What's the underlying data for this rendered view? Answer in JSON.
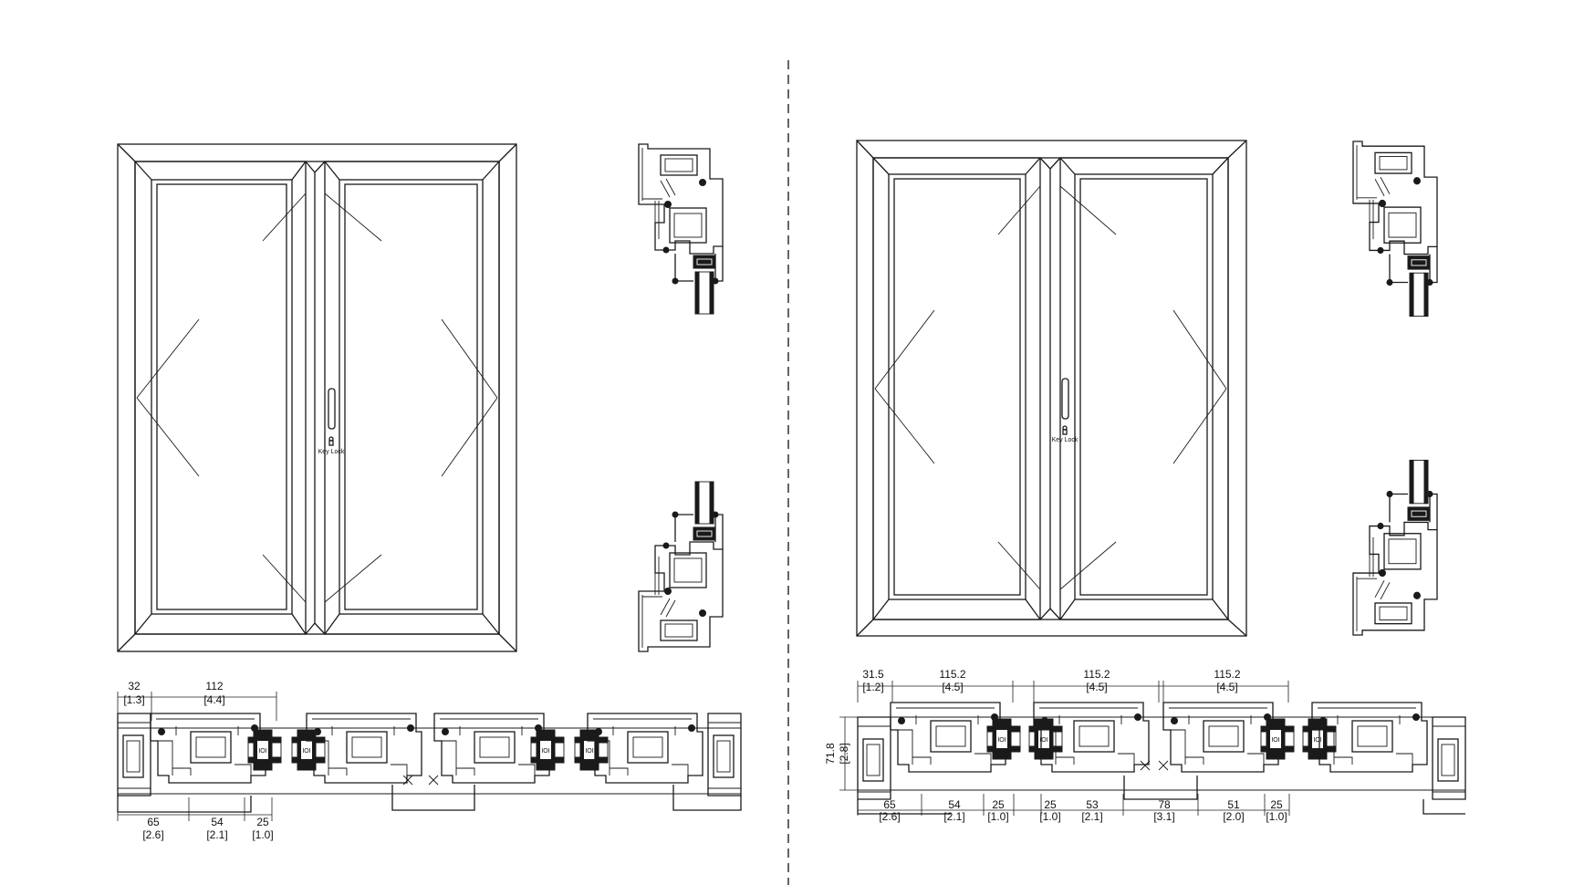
{
  "drawings": [
    {
      "name": "left",
      "handle_label": "Key Lock",
      "top_dims": [
        {
          "mm": "32",
          "inch": "[1.3]"
        },
        {
          "mm": "112",
          "inch": "[4.4]"
        }
      ],
      "bottom_dims": [
        {
          "mm": "65",
          "inch": "[2.6]"
        },
        {
          "mm": "54",
          "inch": "[2.1]"
        },
        {
          "mm": "25",
          "inch": "[1.0]"
        }
      ]
    },
    {
      "name": "right",
      "handle_label": "Key Lock",
      "height_dim": {
        "mm": "71.8",
        "inch": "[2.8]"
      },
      "top_dims": [
        {
          "mm": "31.5",
          "inch": "[1.2]"
        },
        {
          "mm": "115.2",
          "inch": "[4.5]"
        },
        {
          "mm": "115.2",
          "inch": "[4.5]"
        },
        {
          "mm": "115.2",
          "inch": "[4.5]"
        }
      ],
      "bottom_dims": [
        {
          "mm": "65",
          "inch": "[2.6]"
        },
        {
          "mm": "54",
          "inch": "[2.1]"
        },
        {
          "mm": "25",
          "inch": "[1.0]"
        },
        {
          "mm": "25",
          "inch": "[1.0]"
        },
        {
          "mm": "53",
          "inch": "[2.1]"
        },
        {
          "mm": "78",
          "inch": "[3.1]"
        },
        {
          "mm": "51",
          "inch": "[2.0]"
        },
        {
          "mm": "25",
          "inch": "[1.0]"
        }
      ]
    }
  ],
  "colors": {
    "line": "#1a1a1a",
    "background": "#ffffff"
  }
}
